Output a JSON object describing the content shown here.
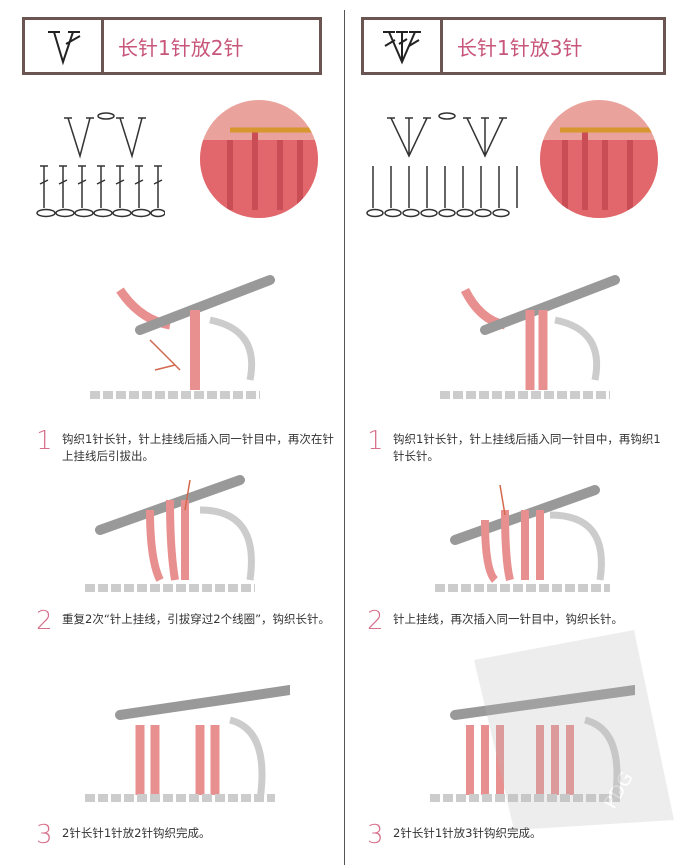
{
  "left": {
    "title": "长针1针放2针",
    "symbol_icon": "double-crochet-2-in-1-symbol",
    "steps": [
      {
        "num": "1",
        "text": "钩织1针长针，针上挂线后插入同一针目中，再次在针上挂线后引拔出。"
      },
      {
        "num": "2",
        "text": "重复2次“针上挂线，引拔穿过2个线圈”，钩织长针。"
      },
      {
        "num": "3",
        "text": "2针长针1针放2针钩织完成。"
      }
    ]
  },
  "right": {
    "title": "长针1针放3针",
    "symbol_icon": "double-crochet-3-in-1-symbol",
    "steps": [
      {
        "num": "1",
        "text": "钩织1针长针，针上挂线后插入同一针目中，再钩织1针长针。"
      },
      {
        "num": "2",
        "text": "针上挂线，再次插入同一针目中，钩织长针。"
      },
      {
        "num": "3",
        "text": "2针长针1针放3针钩织完成。"
      }
    ]
  },
  "watermark": "PDG",
  "colors": {
    "title": "#c8557a",
    "frame": "#6b5552",
    "yarn": "#e8908f",
    "number": "#d66f8a"
  }
}
